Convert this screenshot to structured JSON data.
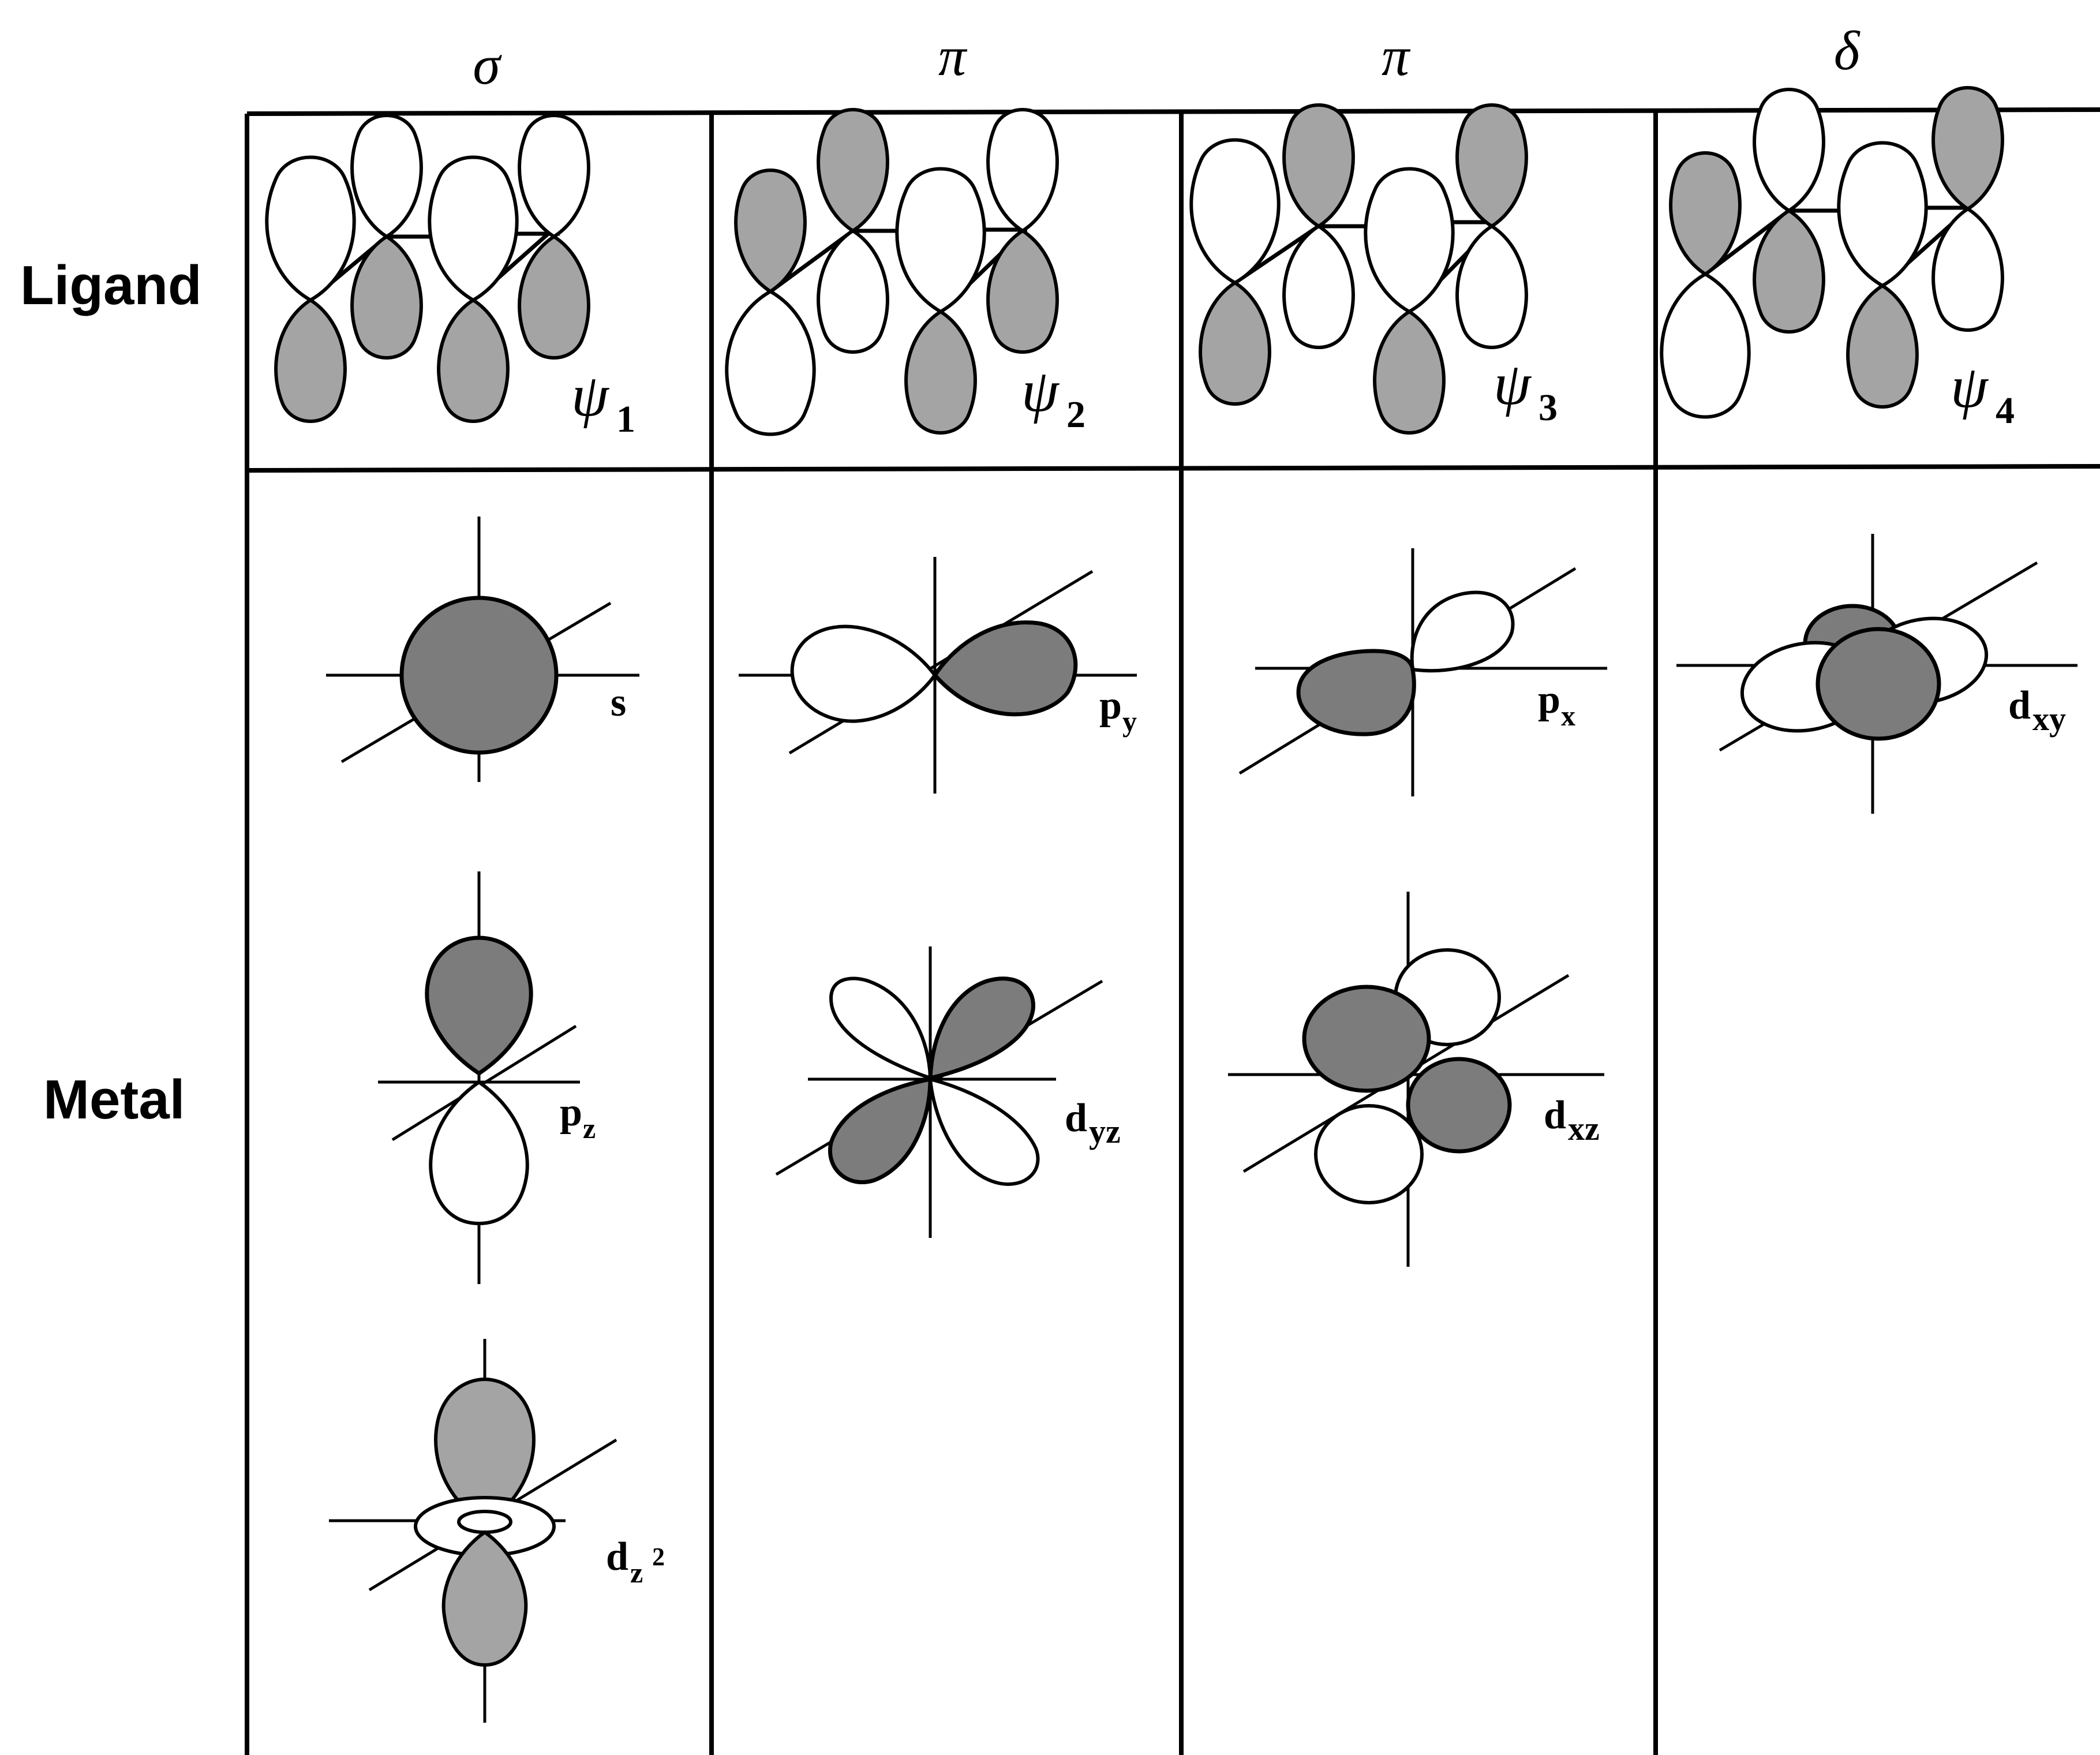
{
  "columns": [
    {
      "symmetry": "σ",
      "ligand": "ψ",
      "ligand_sub": "1"
    },
    {
      "symmetry": "π",
      "ligand": "ψ",
      "ligand_sub": "2"
    },
    {
      "symmetry": "π",
      "ligand": "ψ",
      "ligand_sub": "3"
    },
    {
      "symmetry": "δ",
      "ligand": "ψ",
      "ligand_sub": "4"
    }
  ],
  "rows": {
    "ligand": "Ligand",
    "metal": "Metal"
  },
  "metal_orbitals": {
    "s": {
      "main": "s",
      "sub": ""
    },
    "pz": {
      "main": "p",
      "sub": "z"
    },
    "dz2": {
      "main": "d",
      "sub": "z",
      "sup": "2"
    },
    "py": {
      "main": "p",
      "sub": "y"
    },
    "dyz": {
      "main": "d",
      "sub": "yz"
    },
    "px": {
      "main": "p",
      "sub": "x"
    },
    "dxz": {
      "main": "d",
      "sub": "xz"
    },
    "dxy": {
      "main": "d",
      "sub": "xy"
    }
  },
  "colors": {
    "shaded": "#a4a4a4",
    "dark_shaded": "#7c7c7c",
    "line": "#000000"
  }
}
